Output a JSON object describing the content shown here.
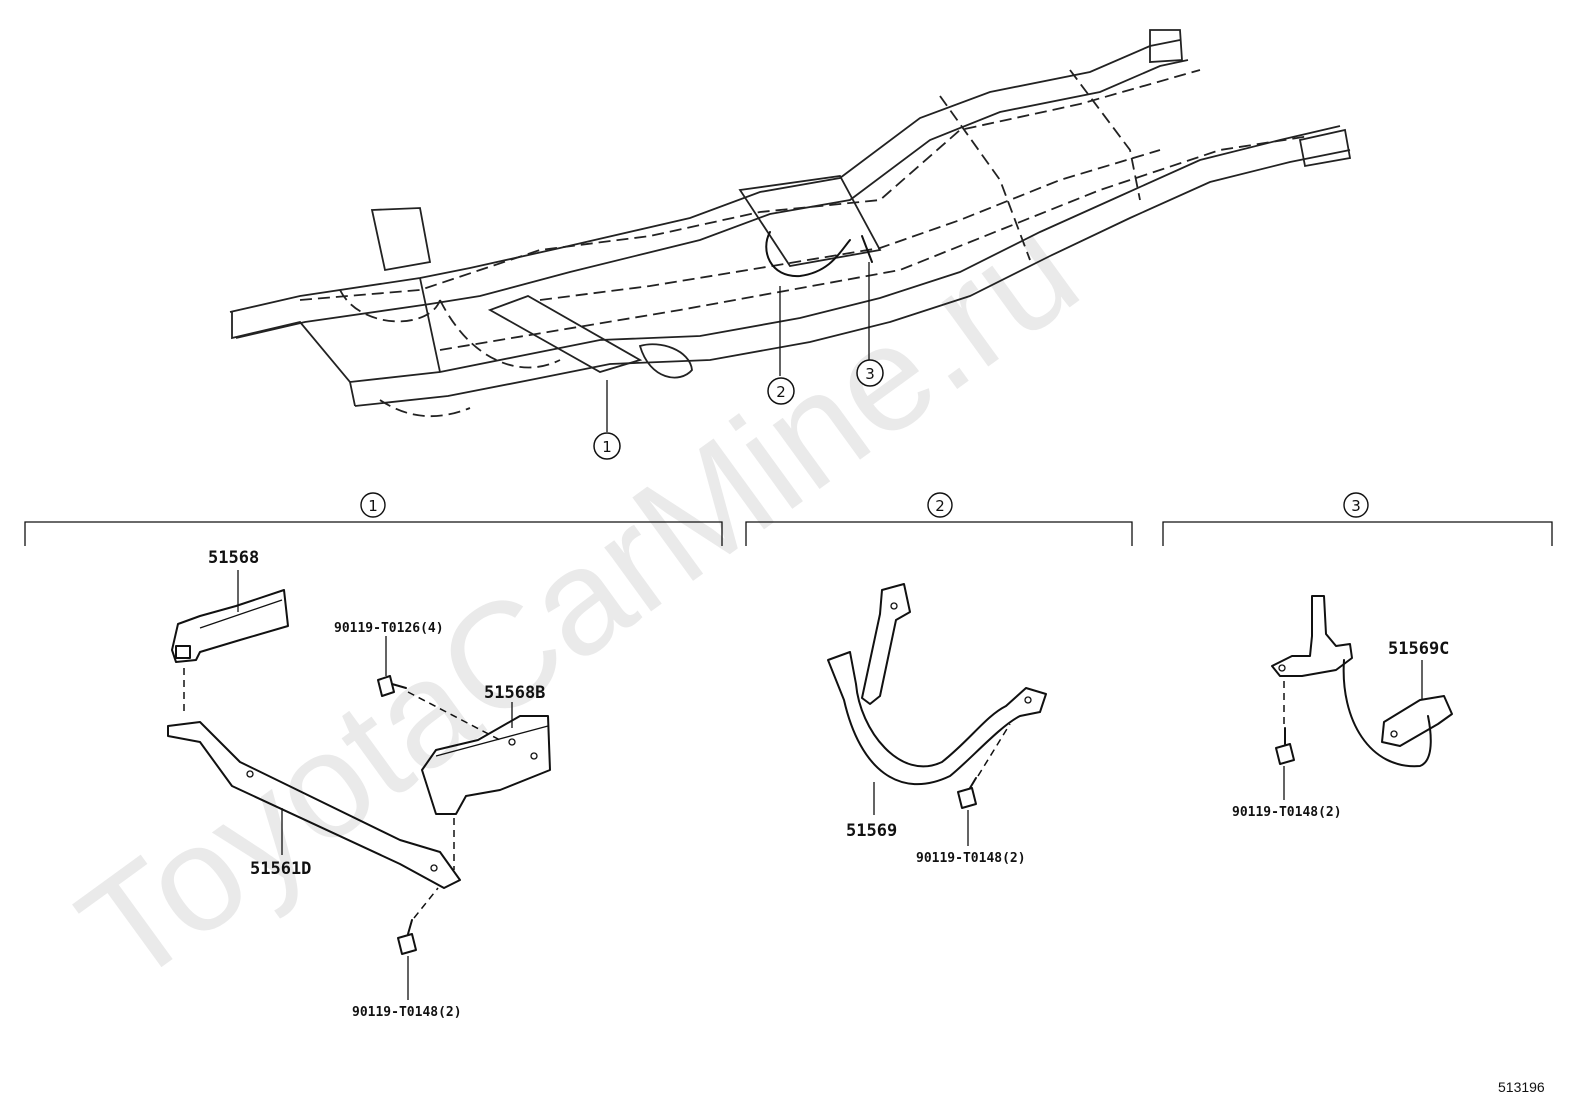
{
  "watermark": "ToyotaCarMine.ru",
  "figure_number": "513196",
  "callouts": [
    {
      "id": "1",
      "label": "1"
    },
    {
      "id": "2",
      "label": "2"
    },
    {
      "id": "3",
      "label": "3"
    }
  ],
  "groups": [
    {
      "id": "1",
      "label": "1"
    },
    {
      "id": "2",
      "label": "2"
    },
    {
      "id": "3",
      "label": "3"
    }
  ],
  "parts": {
    "p51568": "51568",
    "p51568B": "51568B",
    "p51561D": "51561D",
    "bolt_t0126": "90119-T0126(4)",
    "bolt_g1_t0148": "90119-T0148(2)",
    "p51569": "51569",
    "bolt_g2_t0148": "90119-T0148(2)",
    "p51569C": "51569C",
    "bolt_g3_t0148": "90119-T0148(2)"
  }
}
